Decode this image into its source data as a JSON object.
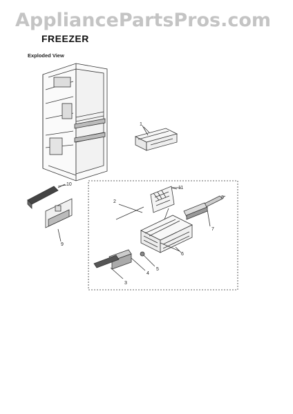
{
  "header": {
    "watermark": "AppliancePartsPros.com",
    "title": "FREEZER",
    "subtitle": "Exploded View"
  },
  "diagram": {
    "labels": [
      "1",
      "2",
      "3",
      "4",
      "5",
      "6",
      "7",
      "8",
      "9",
      "10",
      "11"
    ]
  }
}
